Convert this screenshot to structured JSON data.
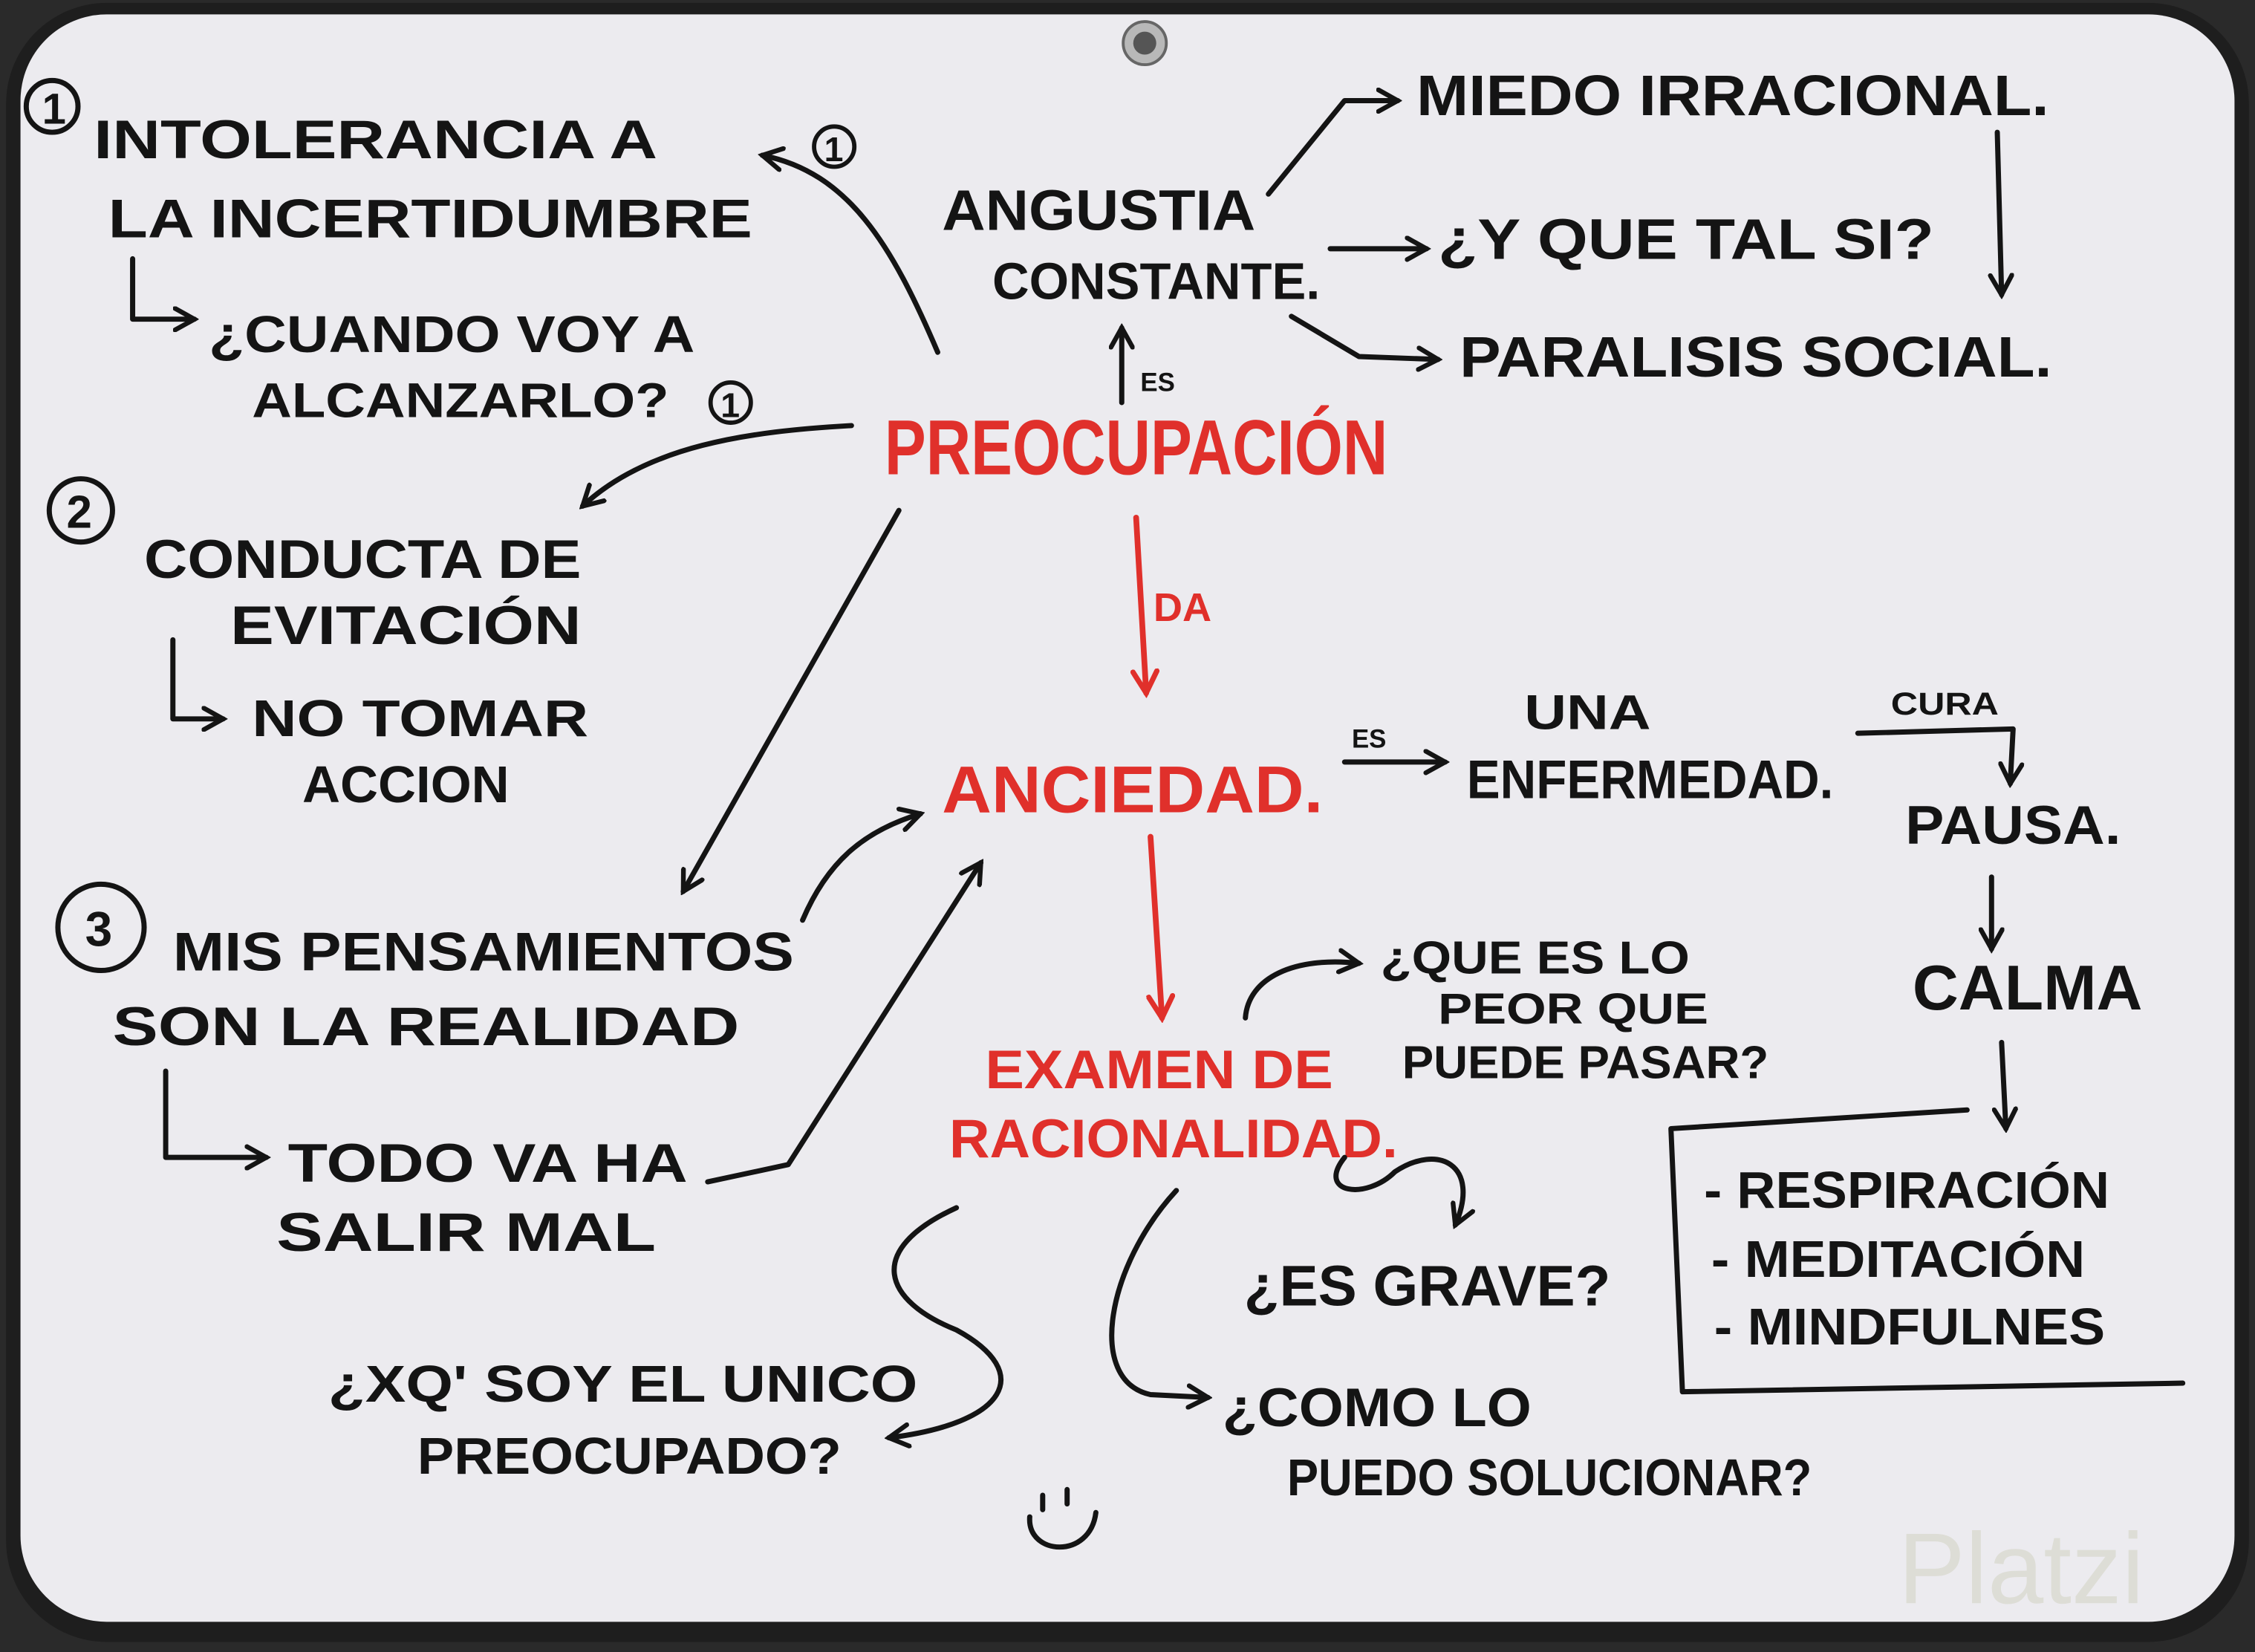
{
  "board": {
    "colors": {
      "ink": "#141414",
      "accent": "#e0302b",
      "board": "#ecebef",
      "frame": "#1e1e1e"
    },
    "center": {
      "preocupacion": "PREOCUPACIÓN",
      "es_up": "ES",
      "da": "DA",
      "anciedad": "ANCIEDAD.",
      "examen_1": "EXAMEN DE",
      "examen_2": "RACIONALIDAD."
    },
    "angustia": {
      "line1": "ANGUSTIA",
      "line2": "CONSTANTE.",
      "miedo": "MIEDO IRRACIONAL.",
      "que_tal": "¿Y QUE TAL SI?",
      "paralisis": "PARALISIS SOCIAL."
    },
    "left": {
      "n1": "1",
      "arrow_mark_1": "1",
      "arrow_mark_2": "1",
      "intolerancia_1": "INTOLERANCIA A",
      "intolerancia_2": "LA INCERTIDUMBRE",
      "cuando_1": "¿CUANDO VOY A",
      "cuando_2": "ALCANZARLO?",
      "n2": "2",
      "conducta_1": "CONDUCTA DE",
      "conducta_2": "EVITACIÓN",
      "no_tomar_1": "NO TOMAR",
      "no_tomar_2": "ACCION",
      "n3": "3",
      "mis_1": "MIS PENSAMIENTOS",
      "mis_2": "SON LA REALIDAD",
      "todo_1": "TODO VA HA",
      "todo_2": "SALIR MAL"
    },
    "right": {
      "es": "ES",
      "una": "UNA",
      "enfermedad": "ENFERMEDAD.",
      "cura": "CURA",
      "pausa": "PAUSA.",
      "calma": "CALMA",
      "techniques": [
        "- RESPIRACIÓN",
        "- MEDITACIÓN",
        "- MINDFULNES"
      ]
    },
    "questions": {
      "peor_1": "¿QUE ES LO",
      "peor_2": "PEOR QUE",
      "peor_3": "PUEDE PASAR?",
      "grave": "¿ES GRAVE?",
      "como_1": "¿COMO LO",
      "como_2": "PUEDO SOLUCIONAR?",
      "xq_1": "¿XQ' SOY EL UNICO",
      "xq_2": "PREOCUPADO?"
    },
    "icons": {
      "smiley": "smiley-face-icon",
      "grommet": "grommet-icon"
    },
    "watermark": "Platzi"
  }
}
